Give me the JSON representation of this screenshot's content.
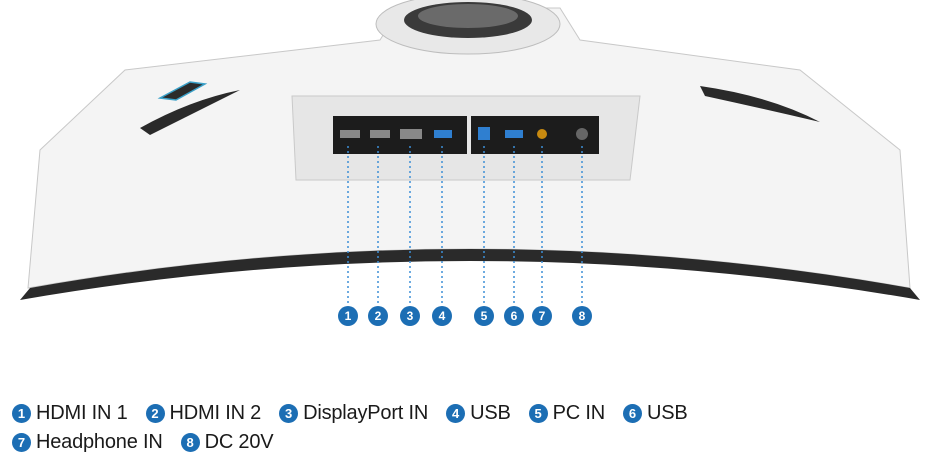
{
  "ports": [
    {
      "num": "1",
      "label": "HDMI IN 1"
    },
    {
      "num": "2",
      "label": "HDMI IN 2"
    },
    {
      "num": "3",
      "label": "DisplayPort IN"
    },
    {
      "num": "4",
      "label": "USB"
    },
    {
      "num": "5",
      "label": "PC IN"
    },
    {
      "num": "6",
      "label": "USB"
    },
    {
      "num": "7",
      "label": "Headphone IN"
    },
    {
      "num": "8",
      "label": "DC 20V"
    }
  ],
  "colors": {
    "accent": "#1c6eb4",
    "panel": "#1c1c1c",
    "body": "#f2f2f2"
  }
}
